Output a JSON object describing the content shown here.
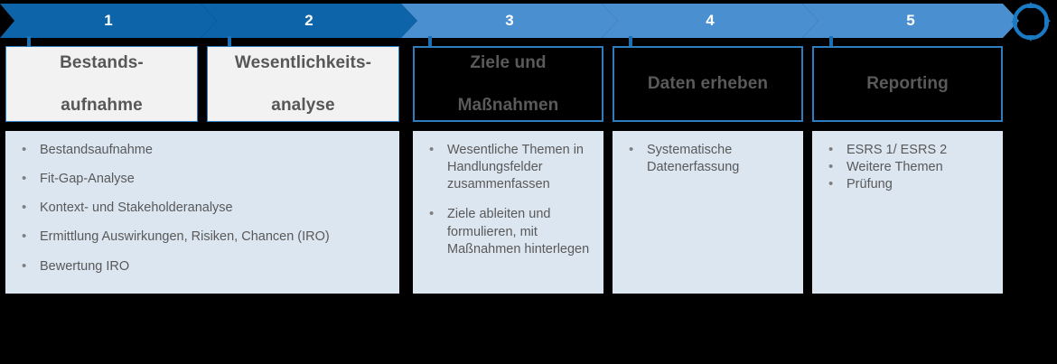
{
  "colors": {
    "chevron_dark": "#0E64A8",
    "chevron_light": "#4A90D0",
    "panel_bg": "#DCE6F1",
    "titlebox_light_bg": "#F2F2F2",
    "border_blue": "#2E7DBF",
    "text_gray": "#595959",
    "background": "#000000"
  },
  "cycle_icon": {
    "name": "cycle-arrows-icon"
  },
  "steps": [
    {
      "number": "1",
      "title": "Bestands-\naufnahme",
      "title_line1": "Bestands-",
      "title_line2": "aufnahme",
      "style": "light",
      "chevron_shade": "dark"
    },
    {
      "number": "2",
      "title": "Wesentlichkeits-\nanalyse",
      "title_line1": "Wesentlichkeits-",
      "title_line2": "analyse",
      "style": "light",
      "chevron_shade": "dark"
    },
    {
      "number": "3",
      "title": "Ziele und\nMaßnahmen",
      "title_line1": "Ziele und",
      "title_line2": "Maßnahmen",
      "style": "dark",
      "chevron_shade": "light"
    },
    {
      "number": "4",
      "title": "Daten erheben",
      "title_line1": "Daten erheben",
      "title_line2": "",
      "style": "dark",
      "chevron_shade": "light"
    },
    {
      "number": "5",
      "title": "Reporting",
      "title_line1": "Reporting",
      "title_line2": "",
      "style": "dark",
      "chevron_shade": "light"
    }
  ],
  "panels": [
    {
      "id": "panel-steps-1-2",
      "covers": "1,2",
      "bullets": [
        "Bestandsaufnahme",
        "Fit-Gap-Analyse",
        "Kontext- und Stakeholderanalyse",
        "Ermittlung Auswirkungen, Risiken, Chancen (IRO)",
        "Bewertung IRO"
      ]
    },
    {
      "id": "panel-step-3",
      "covers": "3",
      "bullets": [
        "Wesentliche Themen in Handlungsfelder zusammenfassen",
        "Ziele ableiten und formulieren, mit Maßnahmen hinterlegen"
      ]
    },
    {
      "id": "panel-step-4",
      "covers": "4",
      "bullets": [
        "Systematische Datenerfassung"
      ]
    },
    {
      "id": "panel-step-5",
      "covers": "5",
      "bullets": [
        "ESRS 1/ ESRS 2",
        "Weitere Themen",
        "Prüfung"
      ]
    }
  ]
}
